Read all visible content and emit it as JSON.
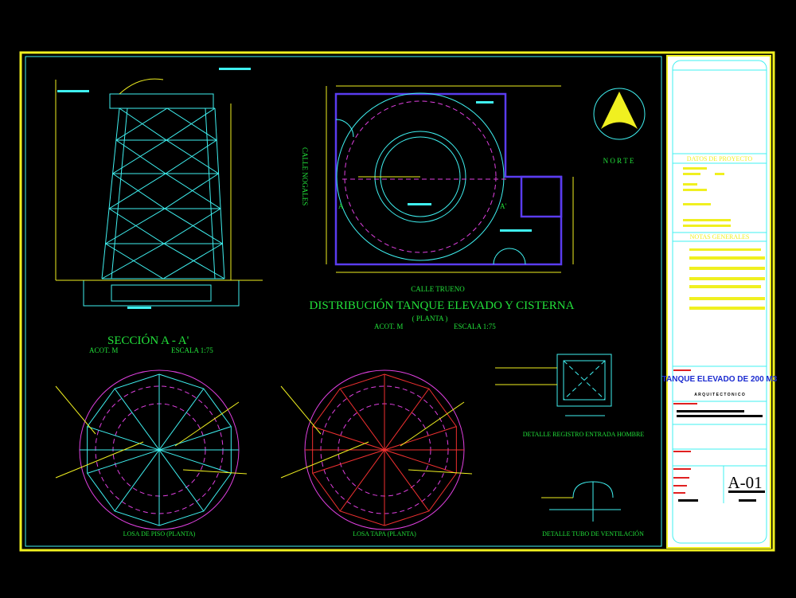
{
  "drawing": {
    "section": {
      "title": "SECCIÓN  A - A'",
      "acot": "ACOT. M",
      "scale": "ESCALA 1:75"
    },
    "plan": {
      "title": "DISTRIBUCIÓN TANQUE ELEVADO Y CISTERNA",
      "subtitle": "( PLANTA )",
      "acot": "ACOT. M",
      "scale": "ESCALA 1:75",
      "street_bottom": "CALLE TRUENO",
      "street_left": "CALLE NOGALES",
      "cut_a": "A",
      "cut_a_prime": "A'"
    },
    "north": {
      "label": "N O R T E",
      "icon": "north-arrow-icon"
    },
    "details": {
      "floor_slab": "LOSA DE PISO  (PLANTA)",
      "cover_slab": "LOSA TAPA  (PLANTA)",
      "manhole": "DETALLE REGISTRO ENTRADA HOMBRE",
      "vent": "DETALLE TUBO DE VENTILACIÓN"
    }
  },
  "title_block": {
    "project_data": "DATOS DE PROYECTO",
    "general_notes": "NOTAS GENERALES",
    "project_title": "TANQUE ELEVADO DE 200 M3",
    "discipline": "A R Q U I T E C T O N I C O",
    "sheet": "A-01"
  },
  "colors": {
    "background": "#000000",
    "border": "#f0f020",
    "frame": "#3ff0f0",
    "text": "#22e03a",
    "walls": "#5a3cf0",
    "hidden": "#e040e0",
    "title_blue": "#1a2ad0"
  }
}
